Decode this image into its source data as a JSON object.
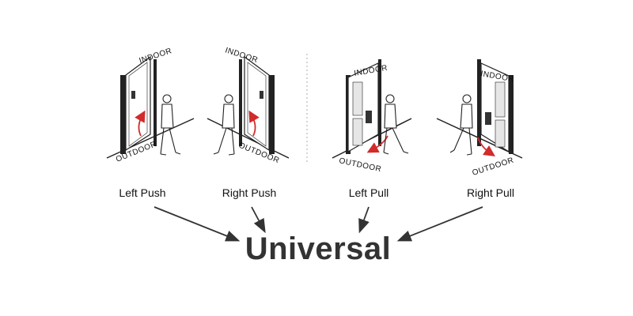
{
  "panels": [
    {
      "label": "Left Push",
      "indoor": "INDOOR",
      "outdoor": "OUTDOOR"
    },
    {
      "label": "Right Push",
      "indoor": "INDOOR",
      "outdoor": "OUTDOOR"
    },
    {
      "label": "Left Pull",
      "indoor": "INDOOR",
      "outdoor": "OUTDOOR"
    },
    {
      "label": "Right Pull",
      "indoor": "INDOOR",
      "outdoor": "OUTDOOR"
    }
  ],
  "headline": "Universal",
  "colors": {
    "line": "#222222",
    "arrow": "#d12b2b",
    "text": "#333333",
    "divider": "#bbbbbb"
  }
}
